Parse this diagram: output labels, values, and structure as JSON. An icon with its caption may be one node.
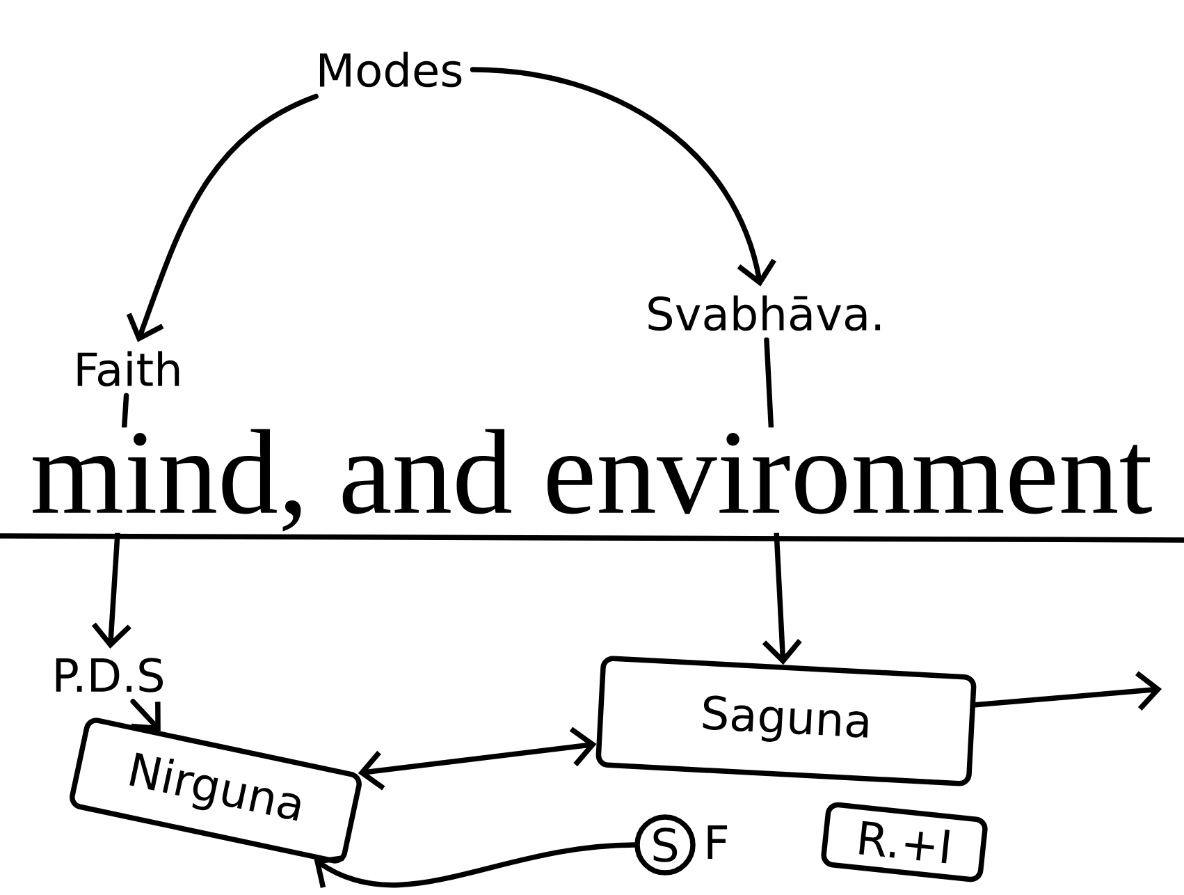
{
  "diagram": {
    "nodes": [
      {
        "text": [
          "Modes"
        ]
      },
      {
        "text": [
          "Faith"
        ]
      },
      {
        "text": [
          "Svabhāva."
        ]
      },
      {
        "text": [
          "P.D.S"
        ]
      },
      {
        "text": [
          "Nirguna"
        ]
      },
      {
        "text": [
          "Saguna"
        ]
      },
      {
        "text": [
          "S"
        ]
      },
      {
        "text": [
          "R.+I"
        ]
      }
    ],
    "edges": [
      {
        "from": 0,
        "to": 1,
        "arrow": "to"
      },
      {
        "from": 0,
        "to": 2,
        "arrow": "to"
      },
      {
        "from": 1,
        "to": 3,
        "arrow": "to"
      },
      {
        "from": 2,
        "to": 5,
        "arrow": "to"
      },
      {
        "from": 3,
        "to": 4,
        "arrow": "to"
      },
      {
        "from": 4,
        "to": 5,
        "arrow": "both"
      },
      {
        "from": 5,
        "to": null,
        "arrow": "to"
      },
      {
        "from": 6,
        "to": 4,
        "arrow": "to"
      }
    ],
    "labels": [
      "mind, and environment",
      "F"
    ]
  }
}
